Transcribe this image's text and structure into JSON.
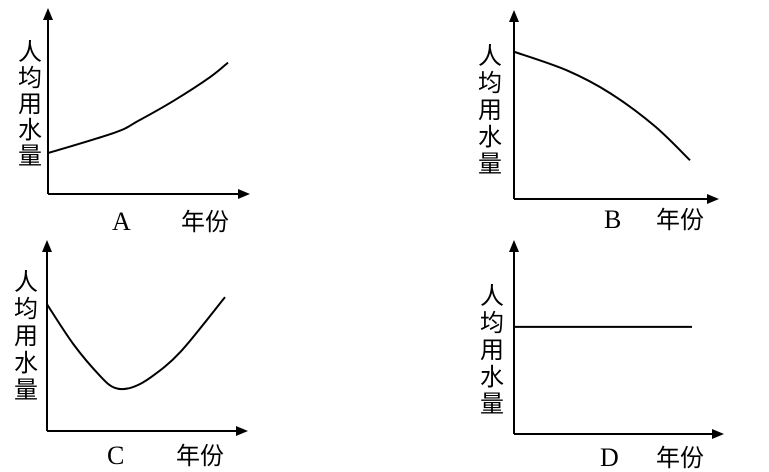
{
  "chart_data": [
    {
      "type": "line",
      "panel_label": "A",
      "xlabel": "年份",
      "ylabel": "人均用水量",
      "trend": "increasing",
      "x": [
        0,
        0.37,
        0.5,
        0.7,
        0.9,
        1.0
      ],
      "y": [
        0.28,
        0.42,
        0.5,
        0.64,
        0.8,
        0.9
      ],
      "xlim": [
        0,
        1.1
      ],
      "ylim": [
        0,
        1.1
      ]
    },
    {
      "type": "line",
      "panel_label": "B",
      "xlabel": "年份",
      "ylabel": "人均用水量",
      "trend": "decreasing",
      "x": [
        0,
        0.3,
        0.55,
        0.8,
        1.0
      ],
      "y": [
        0.95,
        0.83,
        0.68,
        0.47,
        0.25
      ],
      "xlim": [
        0,
        1.1
      ],
      "ylim": [
        0,
        1.1
      ]
    },
    {
      "type": "line",
      "panel_label": "C",
      "xlabel": "年份",
      "ylabel": "人均用水量",
      "trend": "decrease-then-increase",
      "x": [
        0,
        0.15,
        0.3,
        0.38,
        0.47,
        0.58,
        0.75,
        1.0
      ],
      "y": [
        0.88,
        0.6,
        0.38,
        0.3,
        0.3,
        0.37,
        0.55,
        0.93
      ],
      "xlim": [
        0,
        1.1
      ],
      "ylim": [
        0,
        1.1
      ]
    },
    {
      "type": "line",
      "panel_label": "D",
      "xlabel": "年份",
      "ylabel": "人均用水量",
      "trend": "constant",
      "x": [
        0,
        1.0
      ],
      "y": [
        0.63,
        0.63
      ],
      "xlim": [
        0,
        1.1
      ],
      "ylim": [
        0,
        1.1
      ]
    }
  ]
}
